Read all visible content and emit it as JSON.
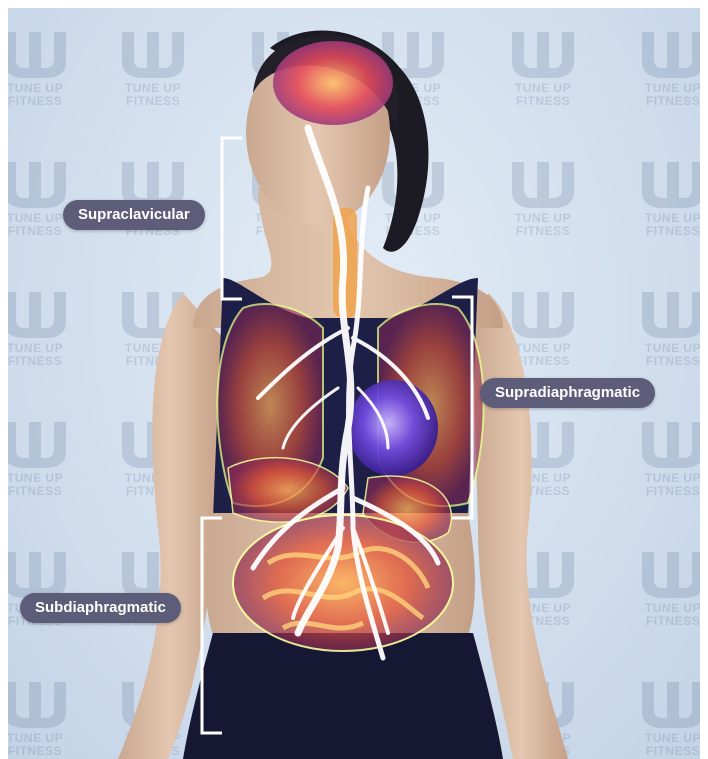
{
  "labels": {
    "supraclavicular": "Supraclavicular",
    "supradiaphragmatic": "Supradiaphragmatic",
    "subdiaphragmatic": "Subdiaphragmatic"
  },
  "watermark": {
    "line1": "TUNE UP",
    "line2": "FITNESS"
  },
  "colors": {
    "label_bg": "#5d5c79",
    "bracket": "#ffffff",
    "watermark": "#5f7596",
    "background": "#d2dfee"
  }
}
